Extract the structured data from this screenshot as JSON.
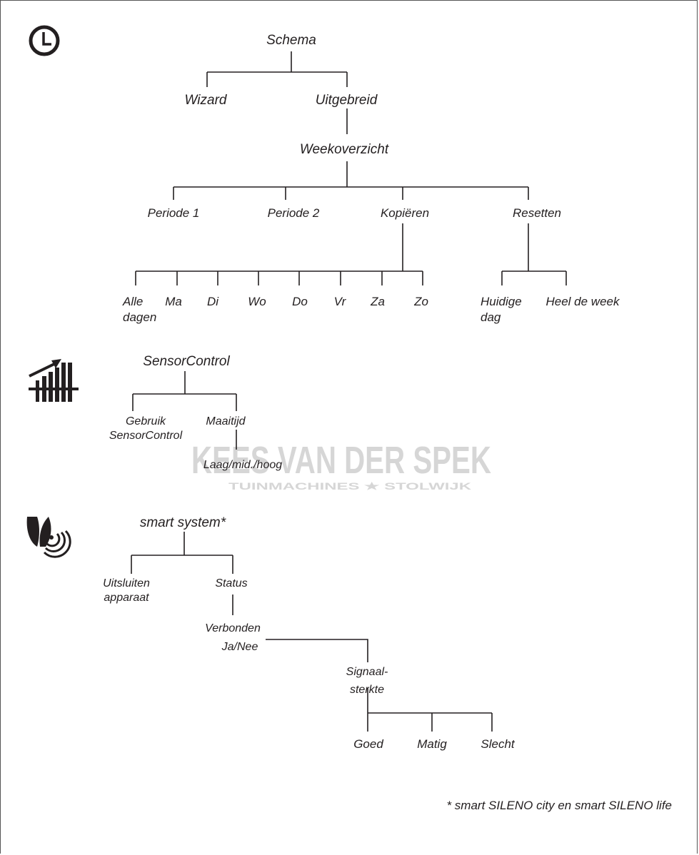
{
  "icons": [
    "clock-icon",
    "sensor-control-icon",
    "smart-system-icon"
  ],
  "schema": {
    "root": "Schema",
    "wizard": "Wizard",
    "uitgebreid": "Uitgebreid",
    "weekoverzicht": "Weekoverzicht",
    "periode1": "Periode 1",
    "periode2": "Periode 2",
    "kopieren": "Kopiëren",
    "resetten": "Resetten",
    "days": [
      "Ma",
      "Di",
      "Wo",
      "Do",
      "Vr",
      "Za",
      "Zo"
    ],
    "alle_dagen": [
      "Alle",
      "dagen"
    ],
    "huidige_dag": [
      "Huidige",
      "dag"
    ],
    "heel_de_week": "Heel de week"
  },
  "sensor": {
    "root": "SensorControl",
    "gebruik": [
      "Gebruik",
      "SensorControl"
    ],
    "maaitijd": "Maaitijd",
    "level": "Laag/mid./hoog"
  },
  "smart": {
    "root": "smart system*",
    "uitsluiten": [
      "Uitsluiten",
      "apparaat"
    ],
    "status": "Status",
    "verbonden": [
      "Verbonden",
      "Ja/Nee"
    ],
    "signaal": [
      "Signaal-",
      "sterkte"
    ],
    "goed": "Goed",
    "matig": "Matig",
    "slecht": "Slecht"
  },
  "footnote": "* smart SILENO city en smart SILENO life",
  "watermark": {
    "main": "KEES VAN DER SPEK",
    "sub": "TUINMACHINES ★ STOLWIJK"
  }
}
